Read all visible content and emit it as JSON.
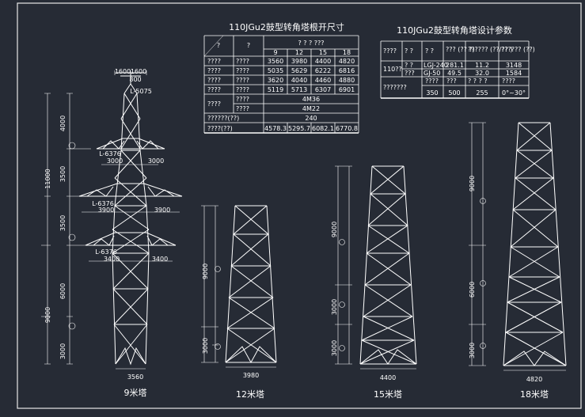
{
  "table1": {
    "title": "110JGu2鼓型转角塔根开尺寸",
    "h_col1": "?",
    "h_col2": "?",
    "h_group": "? ? ? ???",
    "h_heights": [
      "9",
      "12",
      "15",
      "18"
    ],
    "rows": [
      {
        "c1": "????",
        "c2": "????",
        "v": [
          "3560",
          "3980",
          "4400",
          "4820"
        ]
      },
      {
        "c1": "????",
        "c2": "????",
        "v": [
          "5035",
          "5629",
          "6222",
          "6816"
        ]
      },
      {
        "c1": "????",
        "c2": "????",
        "v": [
          "3620",
          "4040",
          "4460",
          "4880"
        ]
      },
      {
        "c1": "????",
        "c2": "????",
        "v": [
          "5119",
          "5713",
          "6307",
          "6901"
        ]
      }
    ],
    "bolt_label": "????",
    "bolt_sub1": "????",
    "bolt_sub2": "????",
    "bolt_val1": "4M36",
    "bolt_val2": "4M22",
    "row_a_label": "??????(??)",
    "row_a_val": "240",
    "row_b_label": "????(??)",
    "row_b_vals": [
      "4578.3",
      "5295.7",
      "6082.1",
      "6770.8"
    ]
  },
  "table2": {
    "title": "110JGu2鼓型转角塔设计参数",
    "headers": [
      "????",
      "? ?",
      "? ?",
      "??? (?? ?)",
      "?????? (??/?? )",
      "?????? (??)"
    ],
    "label_110": "110??",
    "row1": [
      "? ?",
      "LGJ-240",
      "281.1",
      "11.2",
      "3148"
    ],
    "row2": [
      "???",
      "GJ-50",
      "49.5",
      "32.0",
      "1584"
    ],
    "row3_heads": [
      "????",
      "???",
      "? ? ? ?",
      "????"
    ],
    "row4_label": "???????",
    "row4_vals": [
      "350",
      "500",
      "255",
      "0°~30°"
    ]
  },
  "tower9": {
    "caption": "9米塔",
    "top_left": "1600",
    "top_right": "1600",
    "top_mid": "800",
    "angle_top": "L-5075",
    "arm1_angle": "L-6376",
    "arm1_left": "3000",
    "arm1_right": "3000",
    "arm2_angle": "L-6376",
    "arm2_left": "3900",
    "arm2_right": "3900",
    "arm3_angle": "L-6376",
    "arm3_left": "3400",
    "arm3_right": "3400",
    "dim_total": "11000",
    "dim_a": "4000",
    "dim_b": "3500",
    "dim_c": "3500",
    "dim_body": "9000",
    "dim_d": "6000",
    "dim_e": "3000",
    "base": "3560"
  },
  "tower12": {
    "caption": "12米塔",
    "dim_a": "9000",
    "dim_b": "3000",
    "base": "3980"
  },
  "tower15": {
    "caption": "15米塔",
    "dim_a": "9000",
    "dim_b": "3000",
    "dim_c": "3000",
    "base": "4400"
  },
  "tower18": {
    "caption": "18米塔",
    "dim_a": "9000",
    "dim_b": "6000",
    "dim_c": "3000",
    "base": "4820"
  }
}
